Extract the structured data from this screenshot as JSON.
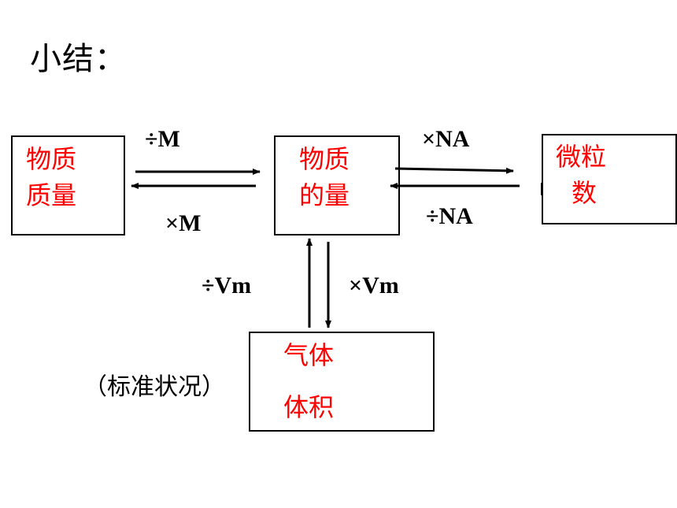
{
  "title": "小结：",
  "nodes": {
    "mass": [
      "物质",
      "质量"
    ],
    "moles": [
      "物质",
      "的量"
    ],
    "particles": [
      "微粒",
      "数"
    ],
    "gas_volume": [
      "气体",
      "体积"
    ]
  },
  "edges": {
    "mass_to_moles": "÷M",
    "moles_to_mass": "×M",
    "moles_to_particles": "×NA",
    "particles_to_moles": "÷NA",
    "volume_to_moles": "÷Vm",
    "moles_to_volume": "×Vm"
  },
  "note": "（标准状况）",
  "colors": {
    "node_text": "#ff0000",
    "line": "#000000"
  }
}
